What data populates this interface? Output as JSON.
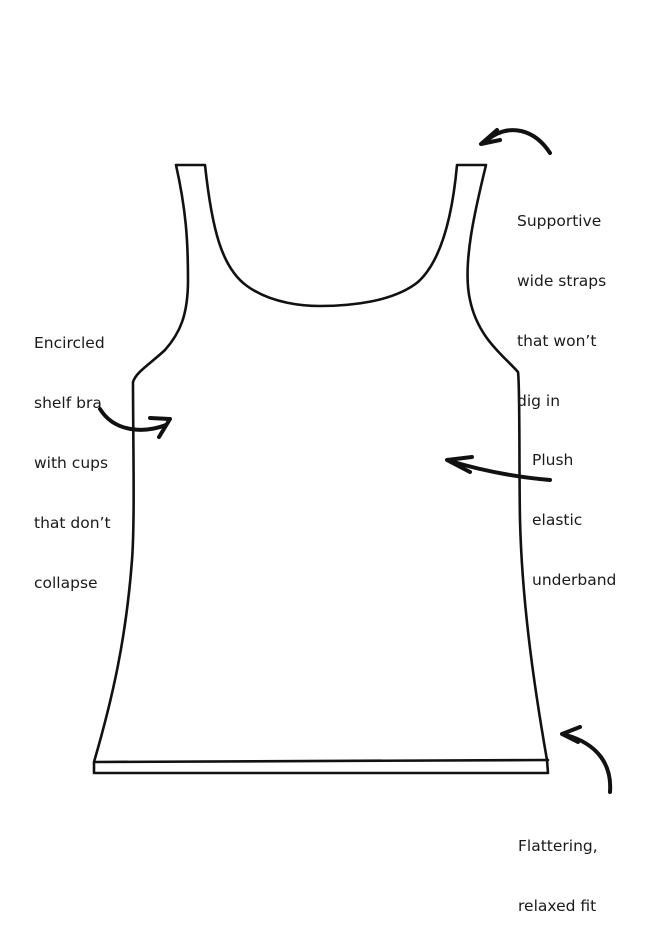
{
  "diagram": {
    "subject": "Tank top with shelf bra (line drawing)",
    "stroke_color": "#111111",
    "background": "#ffffff",
    "callouts": [
      {
        "id": "straps",
        "lines": [
          "Supportive",
          "wide straps",
          "that won’t",
          "dig in"
        ],
        "arrow": "curved-arrow-pointing-left"
      },
      {
        "id": "shelf-bra",
        "lines": [
          "Encircled",
          "shelf bra",
          "with cups",
          "that don’t",
          "collapse"
        ],
        "arrow": "curved-arrow-pointing-right"
      },
      {
        "id": "underband",
        "lines": [
          "Plush",
          "elastic",
          "underband"
        ],
        "arrow": "arrow-pointing-left"
      },
      {
        "id": "fit",
        "lines": [
          "Flattering,",
          "relaxed fit"
        ],
        "arrow": "curved-arrow-pointing-up-left"
      }
    ]
  }
}
